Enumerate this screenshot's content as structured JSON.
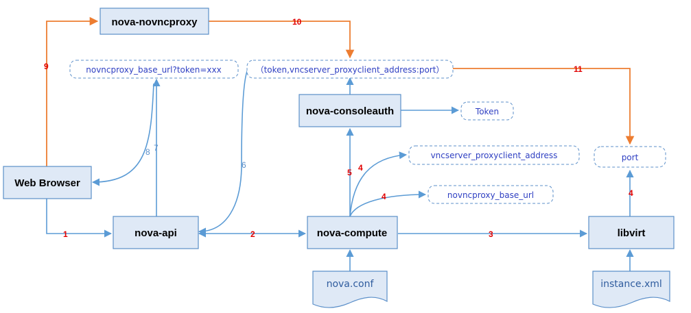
{
  "nodes": {
    "novncproxy": "nova-novncproxy",
    "web_browser": "Web Browser",
    "nova_api": "nova-api",
    "nova_compute": "nova-compute",
    "consoleauth": "nova-consoleauth",
    "libvirt": "libvirt"
  },
  "labels": {
    "base_url_token": "novncproxy_base_url?token=xxx",
    "token_tuple": "（token,vncserver_proxyclient_address:port）",
    "token": "Token",
    "vnc_address": "vncserver_proxyclient_address",
    "base_url": "novncproxy_base_url",
    "port": "port"
  },
  "documents": {
    "nova_conf": "nova.conf",
    "instance_xml": "instance.xml"
  },
  "steps": {
    "s1": "1",
    "s2": "2",
    "s3": "3",
    "s4a": "4",
    "s4b": "4",
    "s4c": "4",
    "s5": "5",
    "s6": "6",
    "s7": "7",
    "s8": "8",
    "s9": "9",
    "s10": "10",
    "s11": "11"
  },
  "colors": {
    "box_fill": "#dfe9f6",
    "box_stroke": "#5b8fc9",
    "arrow_blue": "#5b9bd5",
    "arrow_orange": "#ed7d31",
    "step_red": "#e00000",
    "pill_text": "#2e3fc2"
  }
}
